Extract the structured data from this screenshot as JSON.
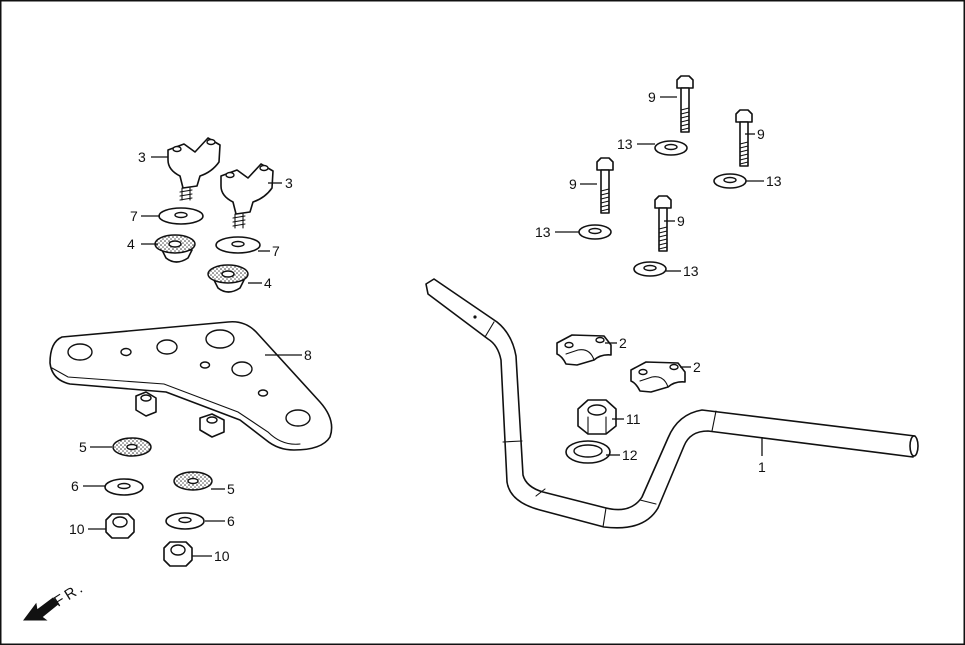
{
  "front_marker": {
    "text": "FR."
  },
  "callouts": {
    "c1": "1",
    "c2a": "2",
    "c2b": "2",
    "c3a": "3",
    "c3b": "3",
    "c4a": "4",
    "c4b": "4",
    "c5a": "5",
    "c5b": "5",
    "c6a": "6",
    "c6b": "6",
    "c7a": "7",
    "c7b": "7",
    "c8": "8",
    "c9a": "9",
    "c9b": "9",
    "c9c": "9",
    "c9d": "9",
    "c10a": "10",
    "c10b": "10",
    "c11": "11",
    "c12": "12",
    "c13a": "13",
    "c13b": "13",
    "c13c": "13",
    "c13d": "13"
  }
}
